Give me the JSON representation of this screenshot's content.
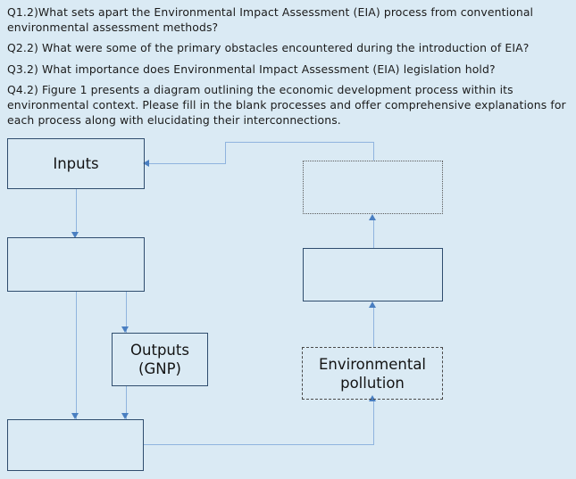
{
  "page": {
    "background_color": "#daeaf4",
    "text_color": "#1b1b1b"
  },
  "questions": [
    {
      "id": "q1",
      "text": "Q1.2)What sets apart the Environmental Impact Assessment (EIA) process from conventional environmental assessment methods?"
    },
    {
      "id": "q2",
      "text": "Q2.2) What were some of the primary obstacles encountered during the introduction of EIA?"
    },
    {
      "id": "q3",
      "text": "Q3.2) What importance does Environmental Impact Assessment (EIA) legislation hold?"
    },
    {
      "id": "q4",
      "text": "Q4.2) Figure 1 presents a diagram outlining the economic development process within its environmental context. Please fill in the blank processes and offer comprehensive explanations for each process along with elucidating their interconnections."
    }
  ],
  "diagram": {
    "line_color": "#8fb4de",
    "arrow_color": "#4a7fc1",
    "solid_border_color": "#2f4d6e",
    "nodes": [
      {
        "id": "inputs",
        "label": "Inputs",
        "border": "solid",
        "filled": true
      },
      {
        "id": "blank_top_right",
        "label": "",
        "border": "dotted",
        "filled": false
      },
      {
        "id": "blank_mid_left",
        "label": "",
        "border": "solid",
        "filled": false
      },
      {
        "id": "blank_mid_right",
        "label": "",
        "border": "solid",
        "filled": false
      },
      {
        "id": "outputs",
        "label": "Outputs\n(GNP)",
        "border": "solid",
        "filled": true
      },
      {
        "id": "outputs_line1",
        "label": "Outputs",
        "border": "solid",
        "filled": true
      },
      {
        "id": "outputs_line2",
        "label": "(GNP)",
        "border": "solid",
        "filled": true
      },
      {
        "id": "env_pollution",
        "label": "Environmental\npollution",
        "border": "dashed",
        "filled": true
      },
      {
        "id": "env_line1",
        "label": "Environmental",
        "border": "dashed",
        "filled": true
      },
      {
        "id": "env_line2",
        "label": "pollution",
        "border": "dashed",
        "filled": true
      },
      {
        "id": "blank_bottom",
        "label": "",
        "border": "solid",
        "filled": false
      }
    ]
  }
}
